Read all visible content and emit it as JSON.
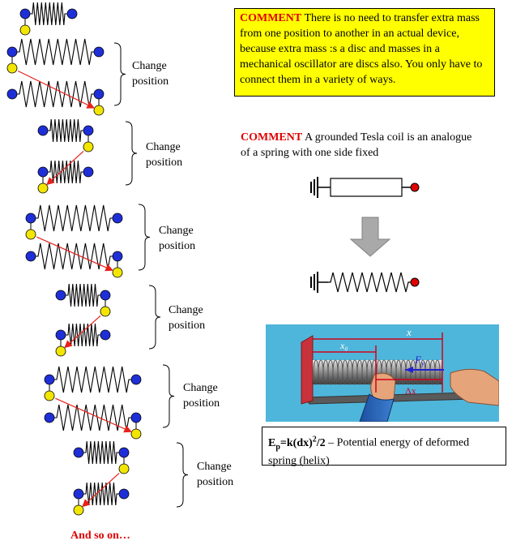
{
  "comment1": {
    "head": "COMMENT",
    "text": " There is no need to transfer extra mass from one position to another in an actual device, because extra mass :s a disc and masses in a mechanical oscillator are discs also. You only have to connect them in a variety of ways."
  },
  "comment2": {
    "head": "COMMENT",
    "text": " A grounded Tesla coil is an analogue of a spring with one side fixed"
  },
  "change_labels": [
    {
      "line1": "Change",
      "line2": "position"
    },
    {
      "line1": "Change",
      "line2": "position"
    },
    {
      "line1": "Change",
      "line2": "position"
    },
    {
      "line1": "Change",
      "line2": "position"
    },
    {
      "line1": "Change",
      "line2": "position"
    },
    {
      "line1": "Change",
      "line2": "position"
    }
  ],
  "footer": "And so on…",
  "photo": {
    "label_x0": "x₀",
    "label_x": "x",
    "label_fy": "F",
    "label_fy_sub": "y",
    "label_dx": "Δx"
  },
  "formula": {
    "lhs": "E",
    "lhs_sub": "p",
    "rhs": "=k(dx)",
    "rhs_sup": "2",
    "rhs_tail": "/2",
    "text": " – Potential energy of deformed spring (helix)"
  },
  "colors": {
    "blue_mass": "#1f2fd8",
    "yellow_mass": "#f2e600",
    "arrow_red": "#e8201a",
    "comment_bg": "#ffff00",
    "comment_head": "#e00000",
    "terminal_red": "#e00000",
    "down_arrow_grey": "#a9a9a9"
  }
}
